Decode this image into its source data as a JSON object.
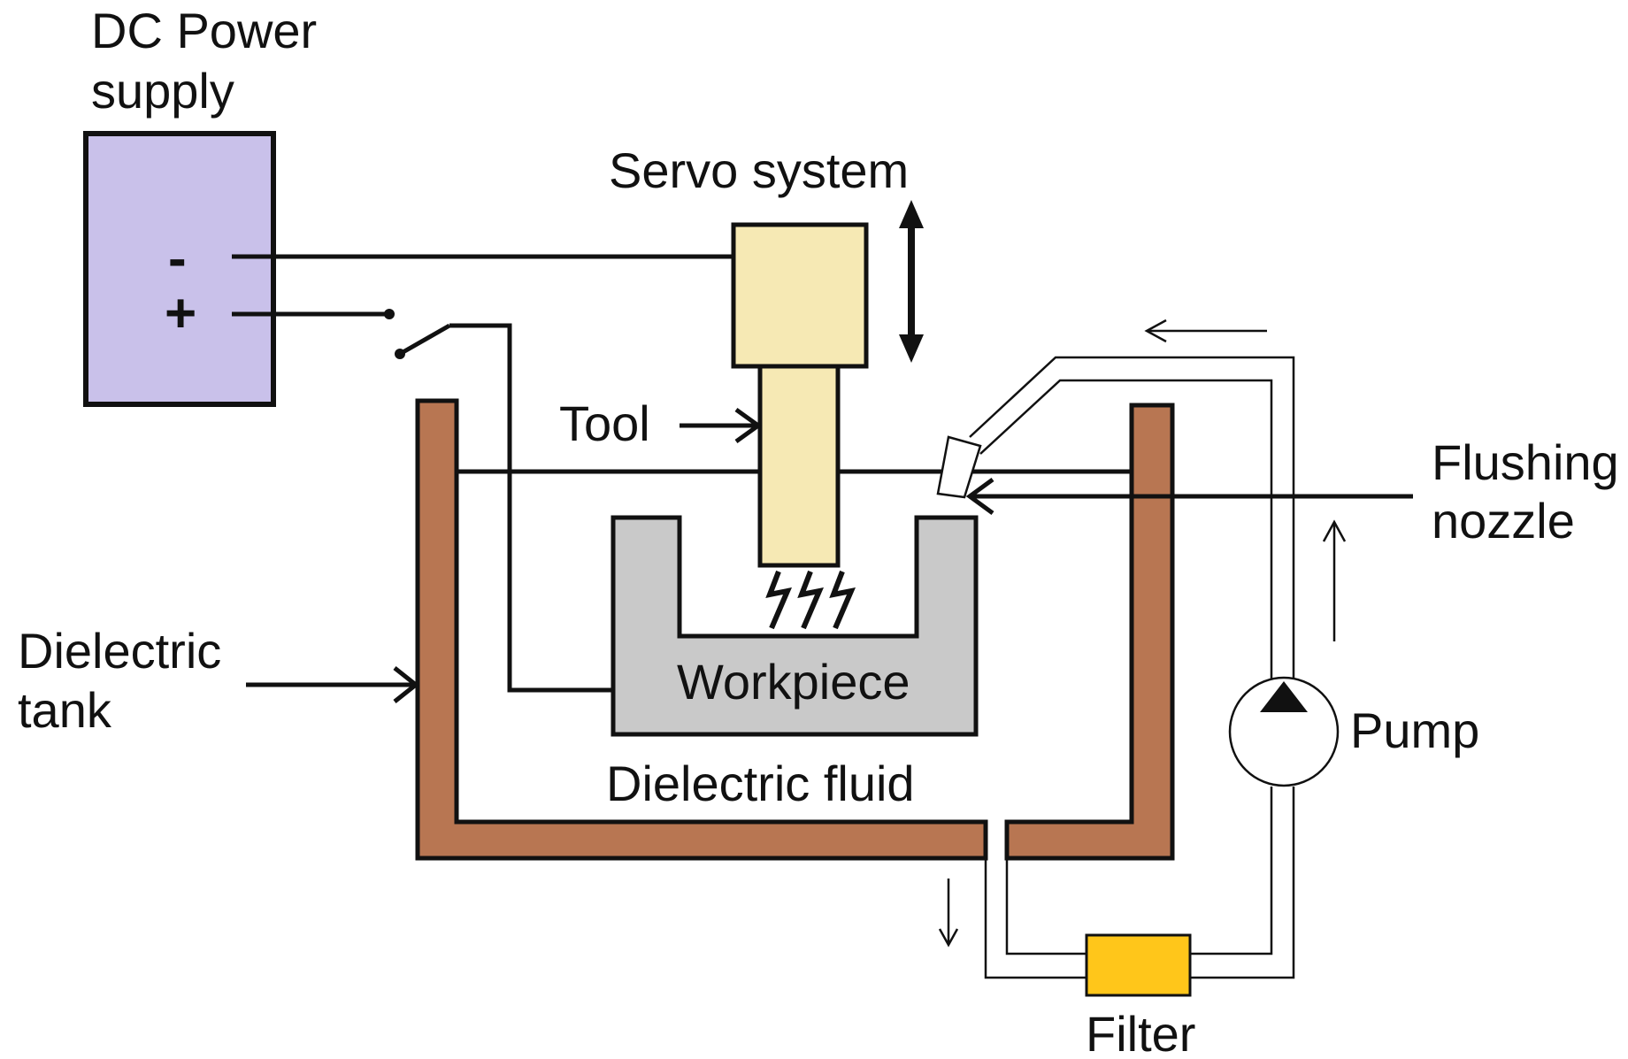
{
  "labels": {
    "dc_power_line1": "DC Power",
    "dc_power_line2": "supply",
    "minus_sign": "-",
    "plus_sign": "+",
    "servo_system": "Servo system",
    "tool": "Tool",
    "flushing_line1": "Flushing",
    "flushing_line2": "nozzle",
    "dielectric_tank_line1": "Dielectric",
    "dielectric_tank_line2": "tank",
    "workpiece": "Workpiece",
    "pump": "Pump",
    "dielectric_fluid": "Dielectric fluid",
    "filter": "Filter"
  },
  "colors": {
    "power_supply": "#c9c1ea",
    "servo": "#f6e9b4",
    "tool": "#f6e9b4",
    "tank": "#b87652",
    "workpiece": "#c9c9c9",
    "filter": "#ffc61a",
    "line": "#111111"
  },
  "icons": {
    "sparks": "spark-icon",
    "pump_direction": "triangle-up-icon",
    "servo_motion": "double-arrow-icon",
    "switch": "switch-icon"
  }
}
